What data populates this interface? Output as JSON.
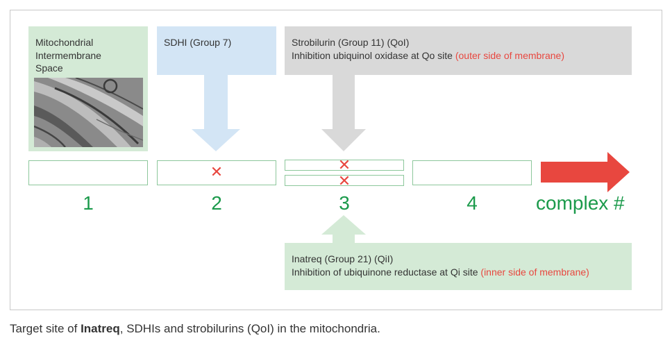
{
  "mito_box": {
    "line1": "Mitochondrial",
    "line2": "Intermembrane",
    "line3": "Space"
  },
  "sdhi_box": {
    "label": "SDHI (Group 7)"
  },
  "strobilurin_box": {
    "line1": "Strobilurin (Group 11) (QoI)",
    "line2": "Inhibition ubiquinol oxidase at Qo site ",
    "line2_red": "(outer side of membrane)"
  },
  "inatreq_box": {
    "line1": "Inatreq (Group 21) (QiI)",
    "line2": "Inhibition of ubiquinone reductase at Qi site ",
    "line2_red": "(inner side of membrane)"
  },
  "complex_numbers": [
    "1",
    "2",
    "3",
    "4"
  ],
  "complex_label": "complex #",
  "x_mark": "✕",
  "caption": {
    "prefix": "Target site of ",
    "bold": "Inatreq",
    "suffix": ", SDHIs and strobilurins (QoI) in the mitochondria."
  },
  "colors": {
    "green_box": "#d4ead6",
    "blue_box": "#d3e5f5",
    "grey_box": "#d9d9d9",
    "red": "#e8473f",
    "green_text": "#1b9a4b"
  }
}
